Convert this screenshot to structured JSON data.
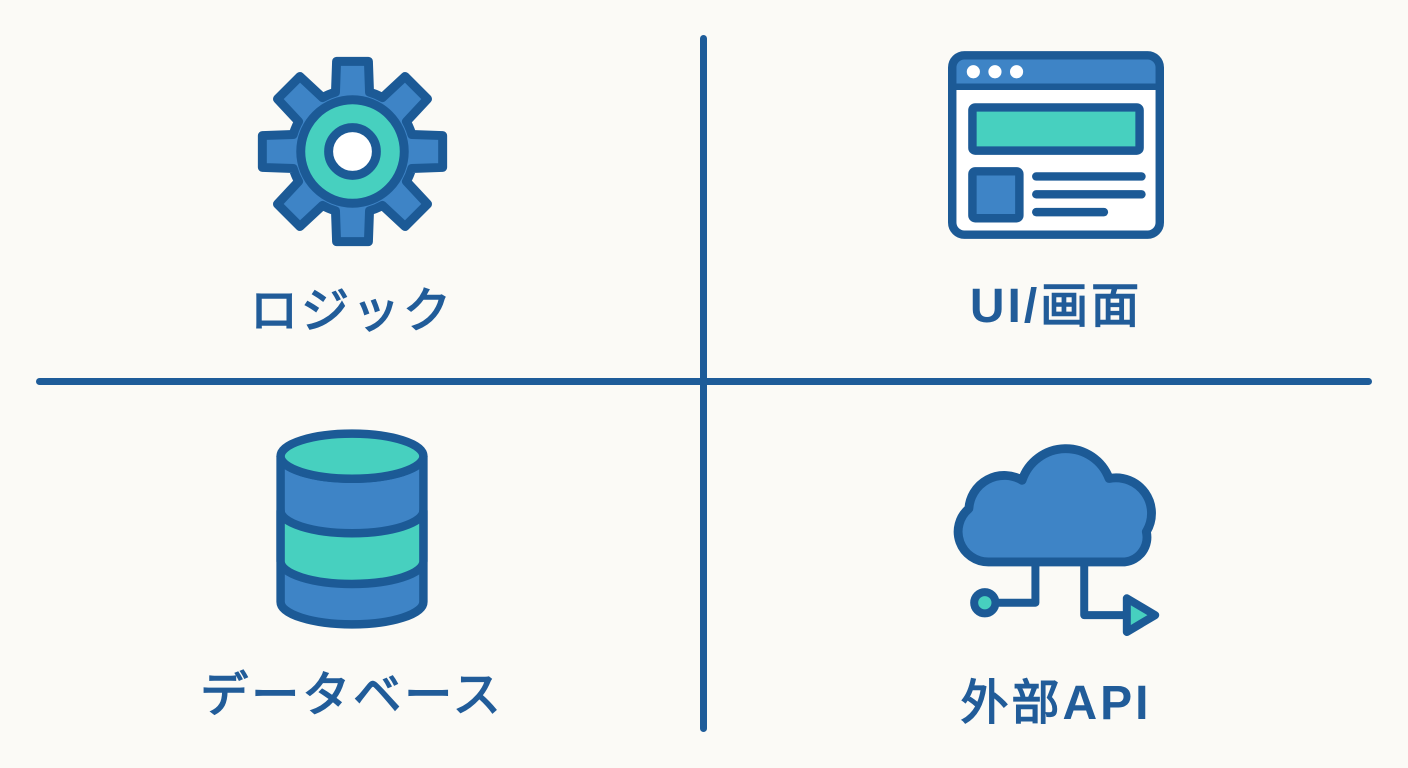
{
  "colors": {
    "background": "#fbfaf6",
    "outline": "#1c5a96",
    "divider": "#1e5c99",
    "fill_blue": "#3e84c6",
    "fill_teal": "#47d0bf",
    "label_text": "#215c99",
    "white": "#ffffff"
  },
  "diagram": {
    "type": "quadrant-diagram",
    "quadrants": [
      {
        "id": "logic",
        "label": "ロジック",
        "icon": "gear-icon",
        "position": "top-left"
      },
      {
        "id": "ui-screen",
        "label": "UI/画面",
        "icon": "browser-window-icon",
        "position": "top-right"
      },
      {
        "id": "database",
        "label": "データベース",
        "icon": "database-icon",
        "position": "bottom-left"
      },
      {
        "id": "external-api",
        "label": "外部API",
        "icon": "cloud-api-icon",
        "position": "bottom-right"
      }
    ]
  }
}
